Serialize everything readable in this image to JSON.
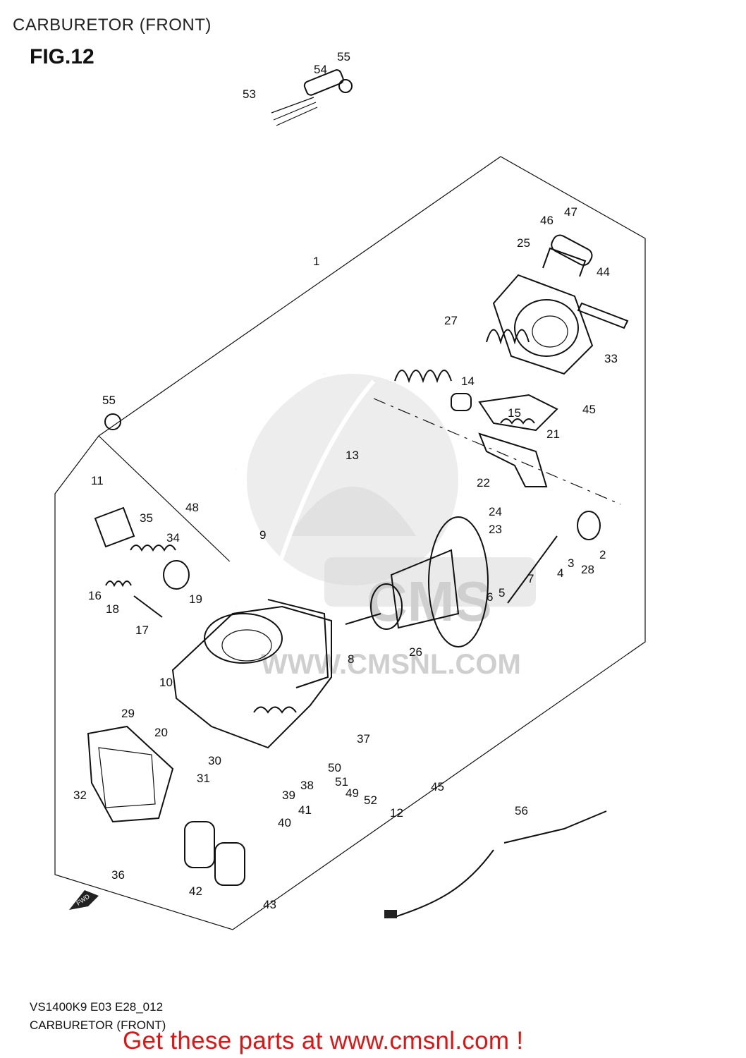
{
  "header": {
    "page_title": "CARBURETOR (FRONT)",
    "figure_label": "FIG.12"
  },
  "watermark": {
    "text": "WWW.CMSNL.COM",
    "badge": "CMS",
    "color": "#d6d6d6"
  },
  "callouts": [
    "55",
    "54",
    "53",
    "1",
    "47",
    "46",
    "25",
    "44",
    "27",
    "33",
    "14",
    "45",
    "15",
    "21",
    "55",
    "13",
    "22",
    "11",
    "48",
    "24",
    "35",
    "34",
    "23",
    "9",
    "2",
    "3",
    "4",
    "28",
    "7",
    "16",
    "18",
    "19",
    "6",
    "5",
    "17",
    "8",
    "26",
    "10",
    "29",
    "20",
    "37",
    "30",
    "31",
    "50",
    "51",
    "49",
    "52",
    "32",
    "38",
    "39",
    "41",
    "12",
    "45",
    "40",
    "56",
    "36",
    "42",
    "43"
  ],
  "footer": {
    "ref_code": "VS1400K9 E03 E28_012",
    "title": "CARBURETOR (FRONT)",
    "cta": "Get these parts at www.cmsnl.com !",
    "cta_color": "#e11414"
  },
  "icons": [
    "fwd-arrow-icon"
  ],
  "fwd_label": "FWD"
}
